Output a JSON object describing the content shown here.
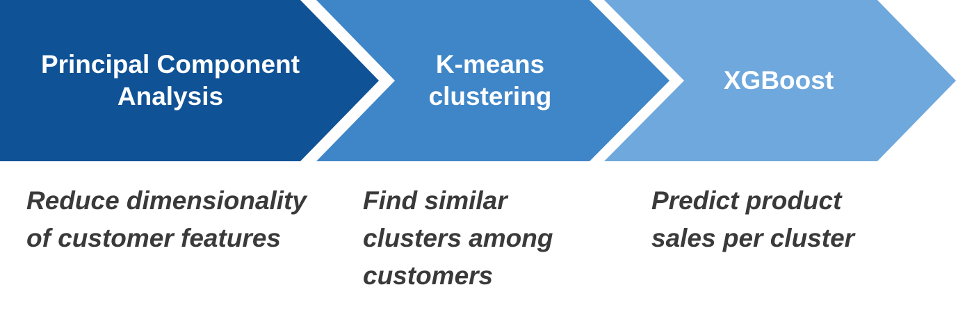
{
  "colors": {
    "stage_1": "#0f5296",
    "stage_2": "#3f86c8",
    "stage_3": "#6fa8dc",
    "stage_text": "#ffffff",
    "description_text": "#3a3a3a"
  },
  "stages": [
    {
      "label": "Principal Component\nAnalysis",
      "description": "Reduce dimensionality\nof customer features"
    },
    {
      "label": "K-means\nclustering",
      "description": "Find similar\nclusters among\ncustomers"
    },
    {
      "label": "XGBoost",
      "description": "Predict product\nsales per cluster"
    }
  ]
}
